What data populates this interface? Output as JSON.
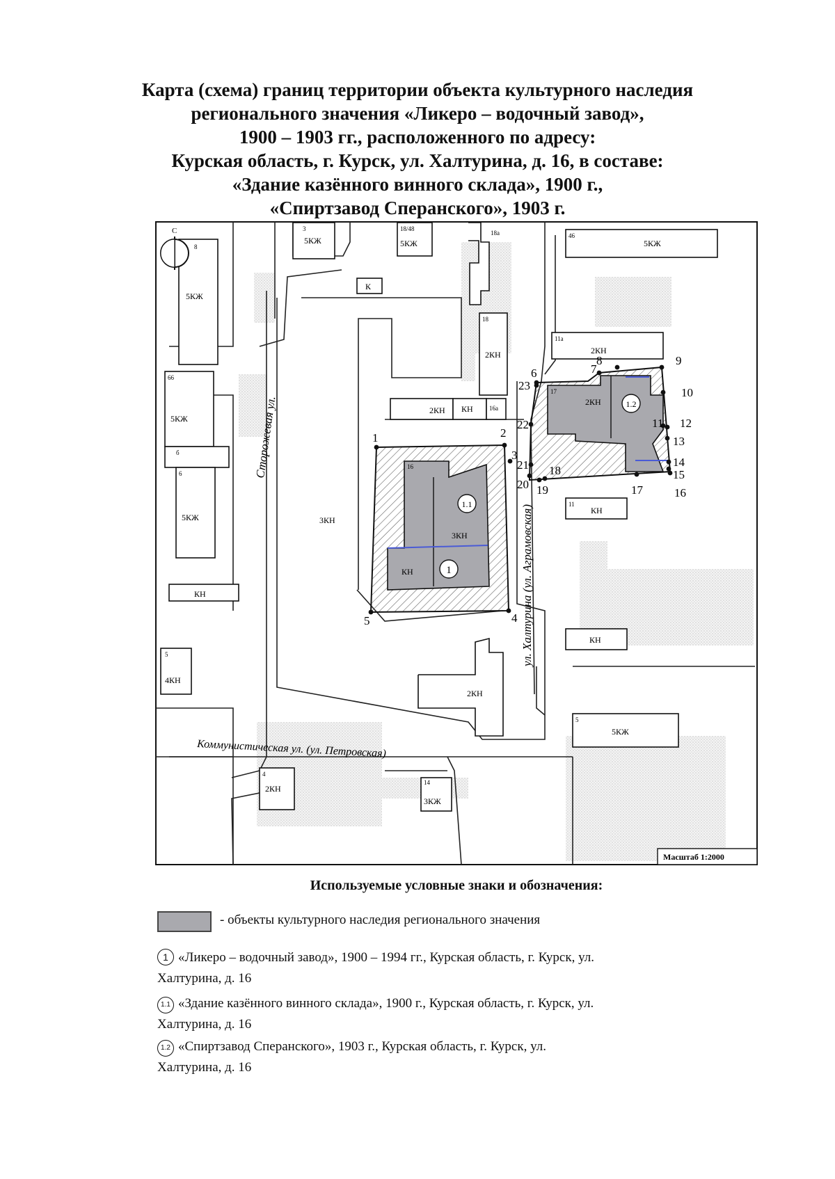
{
  "title": {
    "lines": [
      "Карта (схема) границ территории объекта культурного наследия",
      "регионального значения «Ликеро – водочный завод»,",
      "1900 – 1903 гг., расположенного по адресу:",
      "Курская область, г. Курск, ул. Халтурина, д. 16, в составе:",
      "«Здание казённого винного склада», 1900 г.,",
      "«Спиртзавод Сперанского», 1903 г."
    ]
  },
  "map": {
    "north_label": "С",
    "scale": "Масштаб 1:2000",
    "streets": {
      "storozhevaya": "Сторожевая ул.",
      "khalturina": "ул. Халтурина (ул. Аграмовская)",
      "kommunisticheskaya": "Коммунистическая ул. (ул. Петровская)"
    },
    "buildings": {
      "b3_num": "3",
      "b3_type": "5КЖ",
      "b1848_num": "18/48",
      "b1848_type": "5КЖ",
      "b18a_num": "18а",
      "b46_num": "46",
      "b46_type": "5КЖ",
      "b8_num": "8",
      "b8_type": "5КЖ",
      "k_type": "К",
      "b18_num": "18",
      "b18_type": "2КН",
      "b11a_num": "11а",
      "b11a_type": "2КН",
      "b66_num": "66",
      "b66_type": "5КЖ",
      "b6small_num": "б",
      "b6_num": "6",
      "b6_type": "5КЖ",
      "b16row_type1": "2КН",
      "b16row_type2": "КН",
      "b16a_num": "16а",
      "big_3kn": "3КН",
      "b16_num": "16",
      "b16_kn": "КН",
      "b16_3kn": "3КН",
      "b17_num": "17",
      "b17_type": "2КН",
      "b11_num": "11",
      "b11_type": "КН",
      "kn_left": "КН",
      "kn_right": "КН",
      "b5left_num": "5",
      "b5left_type": "4КН",
      "b2kn_bottom": "2КН",
      "b5right_num": "5",
      "b5right_type": "5КЖ",
      "b4_num": "4",
      "b4_type": "2КН",
      "b14_num": "14",
      "b14_type": "3КЖ"
    },
    "object_markers": {
      "m1": "1",
      "m11": "1.1",
      "m12": "1.2"
    },
    "points": [
      "1",
      "2",
      "3",
      "4",
      "5",
      "6",
      "7",
      "8",
      "9",
      "10",
      "11",
      "12",
      "13",
      "14",
      "15",
      "16",
      "17",
      "18",
      "19",
      "20",
      "21",
      "22",
      "23"
    ]
  },
  "legend": {
    "title": "Используемые условные знаки и обозначения:",
    "swatch_text": "- объекты культурного наследия регионального значения",
    "items": [
      {
        "num": "1",
        "line1": "«Ликеро – водочный завод», 1900 – 1994 гг., Курская область, г. Курск, ул.",
        "line2": "Халтурина, д. 16"
      },
      {
        "num": "1.1",
        "line1": "«Здание казённого винного склада», 1900 г., Курская область, г. Курск, ул.",
        "line2": "Халтурина, д. 16"
      },
      {
        "num": "1.2",
        "line1": "«Спиртзавод Сперанского», 1903 г., Курская область, г. Курск, ул.",
        "line2": "Халтурина, д. 16"
      }
    ]
  },
  "colors": {
    "object_fill": "#a9a9ae",
    "hatch": "#666666",
    "blue_line": "#4a5bd6",
    "dotted_area": "#e8e8e8"
  }
}
